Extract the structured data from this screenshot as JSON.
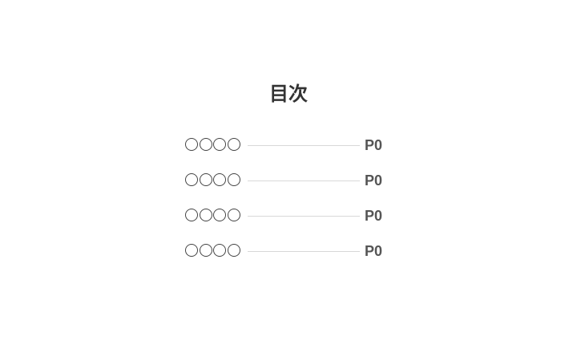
{
  "title": "目次",
  "entries": [
    {
      "label": "〇〇〇〇",
      "circle_count": 4,
      "page": "P0"
    },
    {
      "label": "〇〇〇〇",
      "circle_count": 4,
      "page": "P0"
    },
    {
      "label": "〇〇〇〇",
      "circle_count": 4,
      "page": "P0"
    },
    {
      "label": "〇〇〇〇",
      "circle_count": 4,
      "page": "P0"
    }
  ],
  "colors": {
    "text": "#333333",
    "page_number": "#555555",
    "leader_line": "#d8d8d8"
  }
}
